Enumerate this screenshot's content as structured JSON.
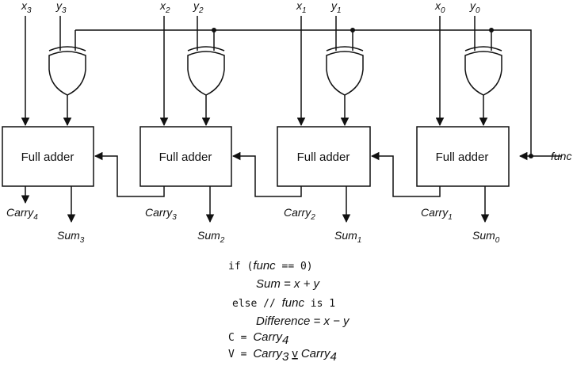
{
  "diagram": {
    "adder_label": "Full adder",
    "inputs": [
      {
        "x": "x",
        "x_sub": "3",
        "y": "y",
        "y_sub": "3"
      },
      {
        "x": "x",
        "x_sub": "2",
        "y": "y",
        "y_sub": "2"
      },
      {
        "x": "x",
        "x_sub": "1",
        "y": "y",
        "y_sub": "1"
      },
      {
        "x": "x",
        "x_sub": "0",
        "y": "y",
        "y_sub": "0"
      }
    ],
    "carry_out": {
      "name": "Carry",
      "sub": "4"
    },
    "carries": [
      {
        "name": "Carry",
        "sub": "3"
      },
      {
        "name": "Carry",
        "sub": "2"
      },
      {
        "name": "Carry",
        "sub": "1"
      }
    ],
    "sums": [
      {
        "name": "Sum",
        "sub": "3"
      },
      {
        "name": "Sum",
        "sub": "2"
      },
      {
        "name": "Sum",
        "sub": "1"
      },
      {
        "name": "Sum",
        "sub": "0"
      }
    ],
    "func_label": "func"
  },
  "pseudocode": {
    "line1_pre": "if (",
    "line1_var": "func",
    "line1_post": " == 0)",
    "line2": "Sum = x + y",
    "line3_pre": "else   // ",
    "line3_var": "func",
    "line3_post": " is 1",
    "line4": "Difference = x − y",
    "line5_pre": "C = ",
    "line5_name": "Carry",
    "line5_sub": "4",
    "line6_pre": "V = ",
    "line6_name_a": "Carry",
    "line6_sub_a": "3",
    "line6_op": "v",
    "line6_name_b": "Carry",
    "line6_sub_b": "4"
  }
}
